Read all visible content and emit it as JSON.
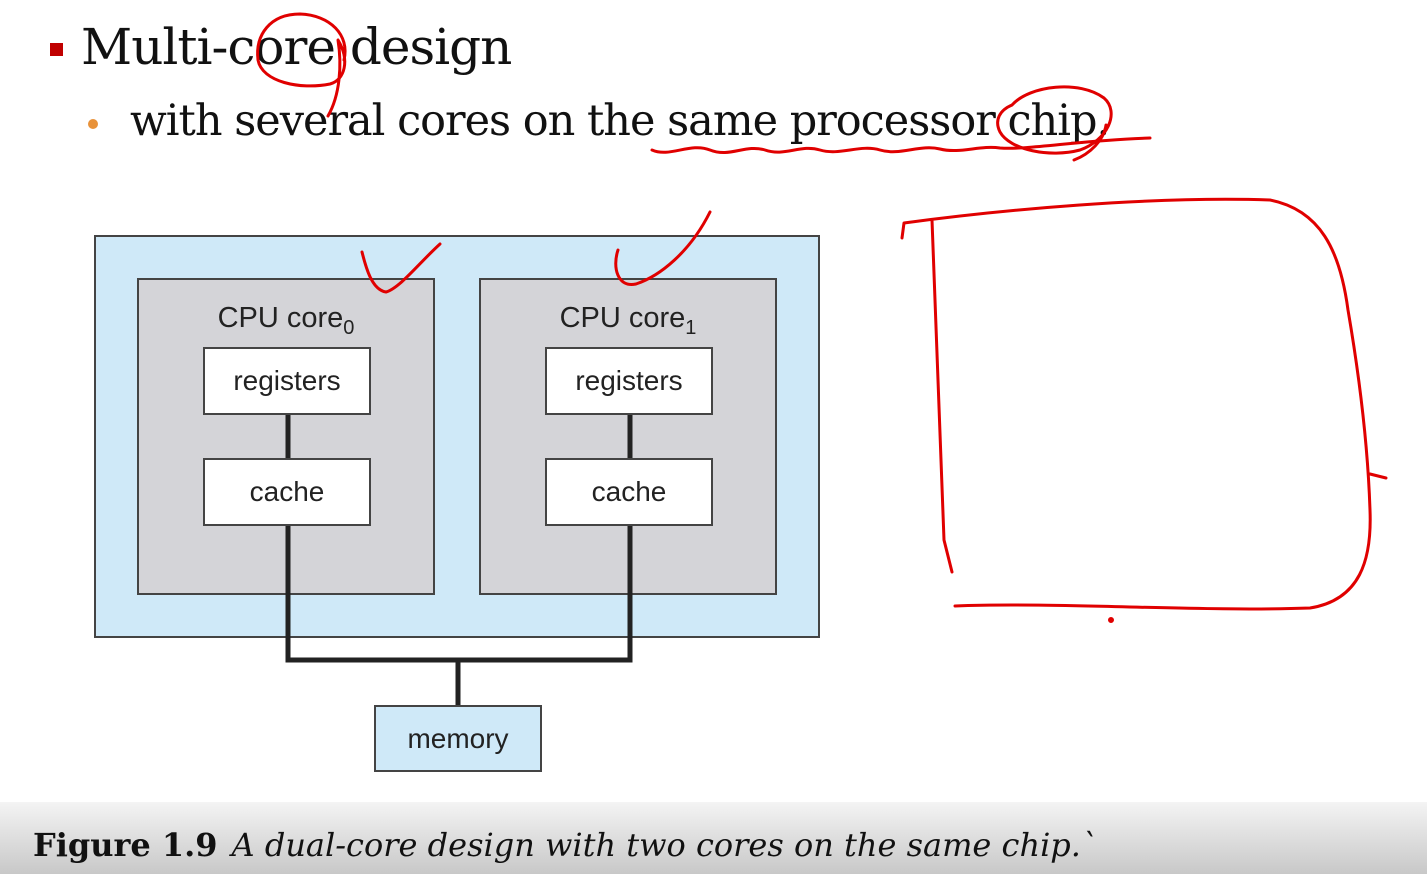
{
  "slide": {
    "bullet_main": "Multi-core design",
    "bullet_sub": "with several cores on the same processor chip."
  },
  "diagram": {
    "cores": [
      {
        "title": "CPU core",
        "subscript": "0",
        "registers": "registers",
        "cache": "cache"
      },
      {
        "title": "CPU core",
        "subscript": "1",
        "registers": "registers",
        "cache": "cache"
      }
    ],
    "memory": "memory"
  },
  "caption": {
    "label": "Figure 1.9",
    "text": "A dual-core design with two cores on the same chip.`"
  },
  "colors": {
    "chip_fill": "#cfe9f8",
    "core_fill": "#d4d4d8",
    "annotation_ink": "#e00000",
    "bullet_square": "#c00000",
    "bullet_dot": "#e8923a"
  }
}
